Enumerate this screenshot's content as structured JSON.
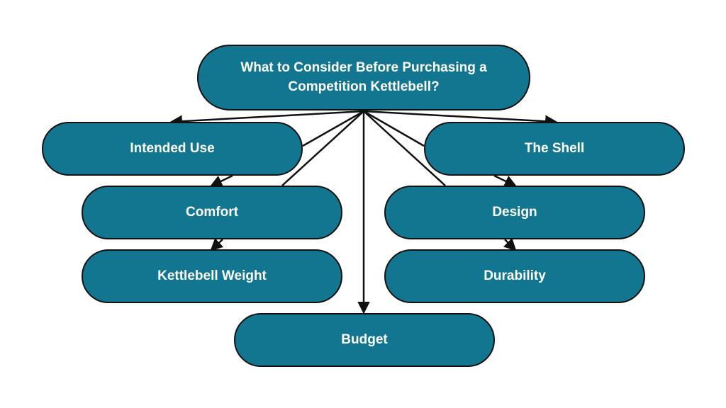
{
  "root": {
    "label_line1": "What to Consider Before Purchasing a",
    "label_line2": "Competition Kettlebell?"
  },
  "nodes": {
    "intended_use": "Intended Use",
    "the_shell": "The Shell",
    "comfort": "Comfort",
    "design": "Design",
    "kettlebell_weight": "Kettlebell Weight",
    "durability": "Durability",
    "budget": "Budget"
  },
  "colors": {
    "node_fill": "#127691",
    "node_border": "#111111",
    "node_text": "#ffffff",
    "arrow": "#111111",
    "background": "#ffffff"
  }
}
